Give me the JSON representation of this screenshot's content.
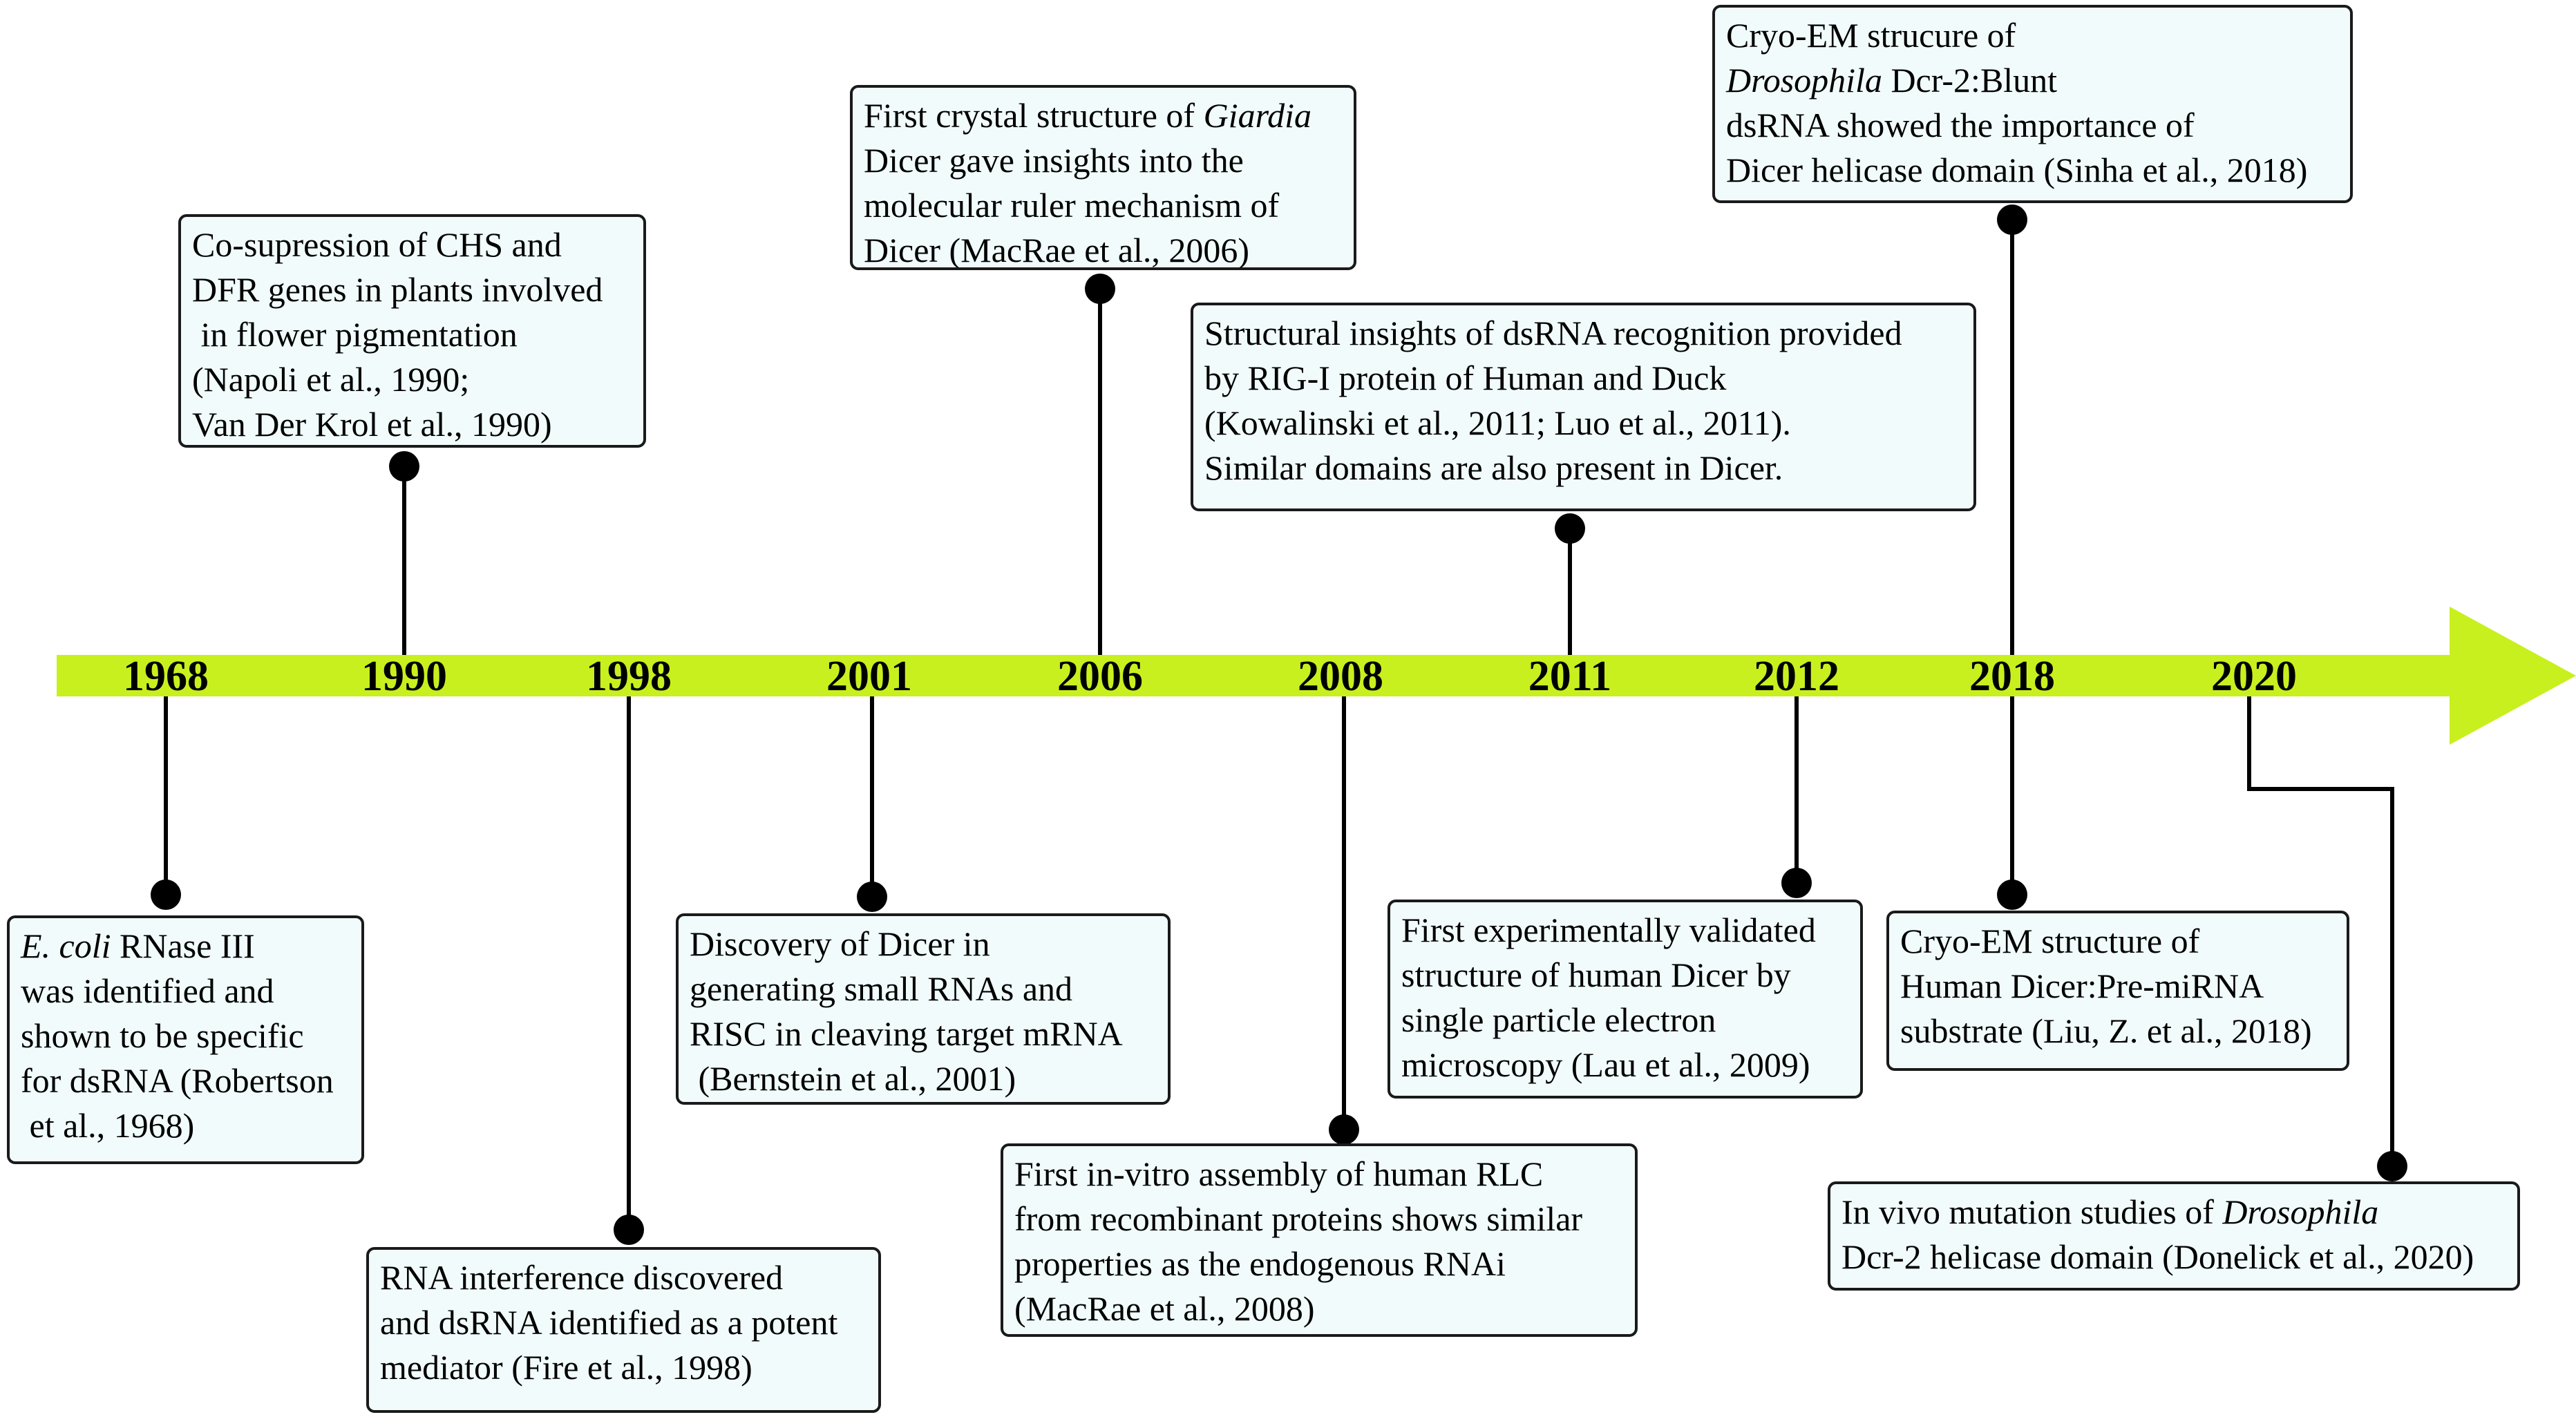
{
  "colors": {
    "timeline": "#c8f01e",
    "box_fill": "#f1fbfb",
    "box_border": "#1a1a1a",
    "connector": "#000000"
  },
  "years": [
    "1968",
    "1990",
    "1998",
    "2001",
    "2006",
    "2008",
    "2011",
    "2012",
    "2018",
    "2020"
  ],
  "events": [
    {
      "id": "1968",
      "lines": [
        [
          {
            "t": "E. coli",
            "i": true
          },
          {
            "t": " RNase III"
          }
        ],
        [
          {
            "t": "was identified and"
          }
        ],
        [
          {
            "t": "shown to be specific"
          }
        ],
        [
          {
            "t": "for dsRNA (Robertson"
          }
        ],
        [
          {
            "t": " et al., 1968)"
          }
        ]
      ]
    },
    {
      "id": "1990",
      "lines": [
        [
          {
            "t": "Co-supression of CHS and"
          }
        ],
        [
          {
            "t": "DFR genes in plants involved"
          }
        ],
        [
          {
            "t": " in flower pigmentation"
          }
        ],
        [
          {
            "t": "(Napoli et al., 1990;"
          }
        ],
        [
          {
            "t": "Van Der Krol et al., 1990)"
          }
        ]
      ]
    },
    {
      "id": "1998",
      "lines": [
        [
          {
            "t": "RNA interference discovered"
          }
        ],
        [
          {
            "t": "and dsRNA identified as a potent"
          }
        ],
        [
          {
            "t": "mediator (Fire et al., 1998)"
          }
        ]
      ]
    },
    {
      "id": "2001",
      "lines": [
        [
          {
            "t": "Discovery of Dicer in"
          }
        ],
        [
          {
            "t": "generating small RNAs and"
          }
        ],
        [
          {
            "t": "RISC in cleaving target mRNA"
          }
        ],
        [
          {
            "t": " (Bernstein et al., 2001)"
          }
        ]
      ]
    },
    {
      "id": "2006",
      "lines": [
        [
          {
            "t": "First crystal structure of "
          },
          {
            "t": "Giardia",
            "i": true
          }
        ],
        [
          {
            "t": "Dicer gave insights into the"
          }
        ],
        [
          {
            "t": "molecular ruler mechanism of"
          }
        ],
        [
          {
            "t": "Dicer (MacRae et al., 2006)"
          }
        ]
      ]
    },
    {
      "id": "2008",
      "lines": [
        [
          {
            "t": "First in-vitro assembly of human RLC"
          }
        ],
        [
          {
            "t": "from recombinant proteins shows similar"
          }
        ],
        [
          {
            "t": "properties as the endogenous RNAi"
          }
        ],
        [
          {
            "t": "(MacRae et al., 2008)"
          }
        ]
      ]
    },
    {
      "id": "2011",
      "lines": [
        [
          {
            "t": "Structural insights of dsRNA recognition provided"
          }
        ],
        [
          {
            "t": "by RIG-I protein of Human and Duck"
          }
        ],
        [
          {
            "t": "(Kowalinski et al., 2011; Luo et al., 2011)."
          }
        ],
        [
          {
            "t": "Similar domains are also present in Dicer."
          }
        ]
      ]
    },
    {
      "id": "2012",
      "lines": [
        [
          {
            "t": "First experimentally validated"
          }
        ],
        [
          {
            "t": "structure of human Dicer by"
          }
        ],
        [
          {
            "t": "single particle electron"
          }
        ],
        [
          {
            "t": "microscopy (Lau et al., 2009)"
          }
        ]
      ]
    },
    {
      "id": "2018a",
      "lines": [
        [
          {
            "t": "Cryo-EM strucure of"
          }
        ],
        [
          {
            "t": "Drosophila",
            "i": true
          },
          {
            "t": " Dcr-2:Blunt"
          }
        ],
        [
          {
            "t": "dsRNA showed the importance of"
          }
        ],
        [
          {
            "t": "Dicer helicase domain (Sinha et al., 2018)"
          }
        ]
      ]
    },
    {
      "id": "2018b",
      "lines": [
        [
          {
            "t": "Cryo-EM structure of"
          }
        ],
        [
          {
            "t": "Human Dicer:Pre-miRNA"
          }
        ],
        [
          {
            "t": "substrate (Liu, Z. et al., 2018)"
          }
        ]
      ]
    },
    {
      "id": "2020",
      "lines": [
        [
          {
            "t": "In vivo mutation studies of "
          },
          {
            "t": "Drosophila",
            "i": true
          }
        ],
        [
          {
            "t": "Dcr-2 helicase domain (Donelick et al., 2020)"
          }
        ]
      ]
    }
  ]
}
